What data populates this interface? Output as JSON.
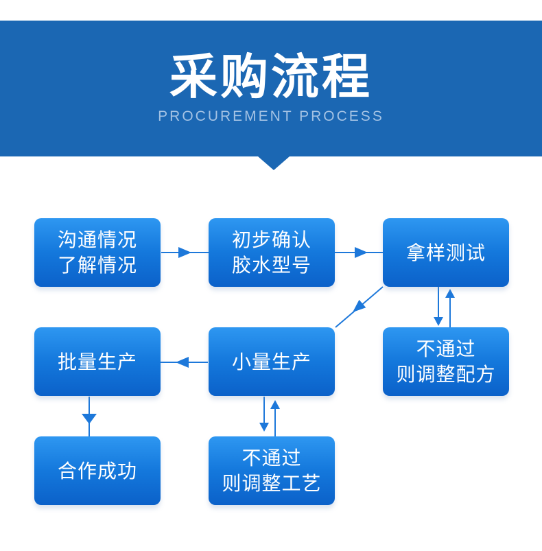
{
  "header": {
    "title": "采购流程",
    "subtitle": "PROCUREMENT PROCESS"
  },
  "colors": {
    "header_bg": "#1b67b3",
    "node_gradient_top": "#2e97f1",
    "node_gradient_bottom": "#0b61c9",
    "node_text": "#ffffff",
    "subtitle_text": "#a3c2e4",
    "arrow": "#1d78da"
  },
  "diagram": {
    "nodes": [
      {
        "id": "communicate",
        "label": "沟通情况\n了解情况"
      },
      {
        "id": "confirm-glue-model",
        "label": "初步确认\n胶水型号"
      },
      {
        "id": "sample-test",
        "label": "拿样测试"
      },
      {
        "id": "mass-production",
        "label": "批量生产"
      },
      {
        "id": "small-batch-production",
        "label": "小量生产"
      },
      {
        "id": "fail-adjust-formula",
        "label": "不通过\n则调整配方"
      },
      {
        "id": "cooperation-success",
        "label": "合作成功"
      },
      {
        "id": "fail-adjust-process",
        "label": "不通过\n则调整工艺"
      }
    ],
    "edges": [
      {
        "from": "communicate",
        "to": "confirm-glue-model",
        "bidirectional": false
      },
      {
        "from": "confirm-glue-model",
        "to": "sample-test",
        "bidirectional": false
      },
      {
        "from": "sample-test",
        "to": "small-batch-production",
        "bidirectional": false
      },
      {
        "from": "sample-test",
        "to": "fail-adjust-formula",
        "bidirectional": true
      },
      {
        "from": "small-batch-production",
        "to": "mass-production",
        "bidirectional": false
      },
      {
        "from": "mass-production",
        "to": "cooperation-success",
        "bidirectional": false
      },
      {
        "from": "small-batch-production",
        "to": "fail-adjust-process",
        "bidirectional": true
      }
    ]
  }
}
